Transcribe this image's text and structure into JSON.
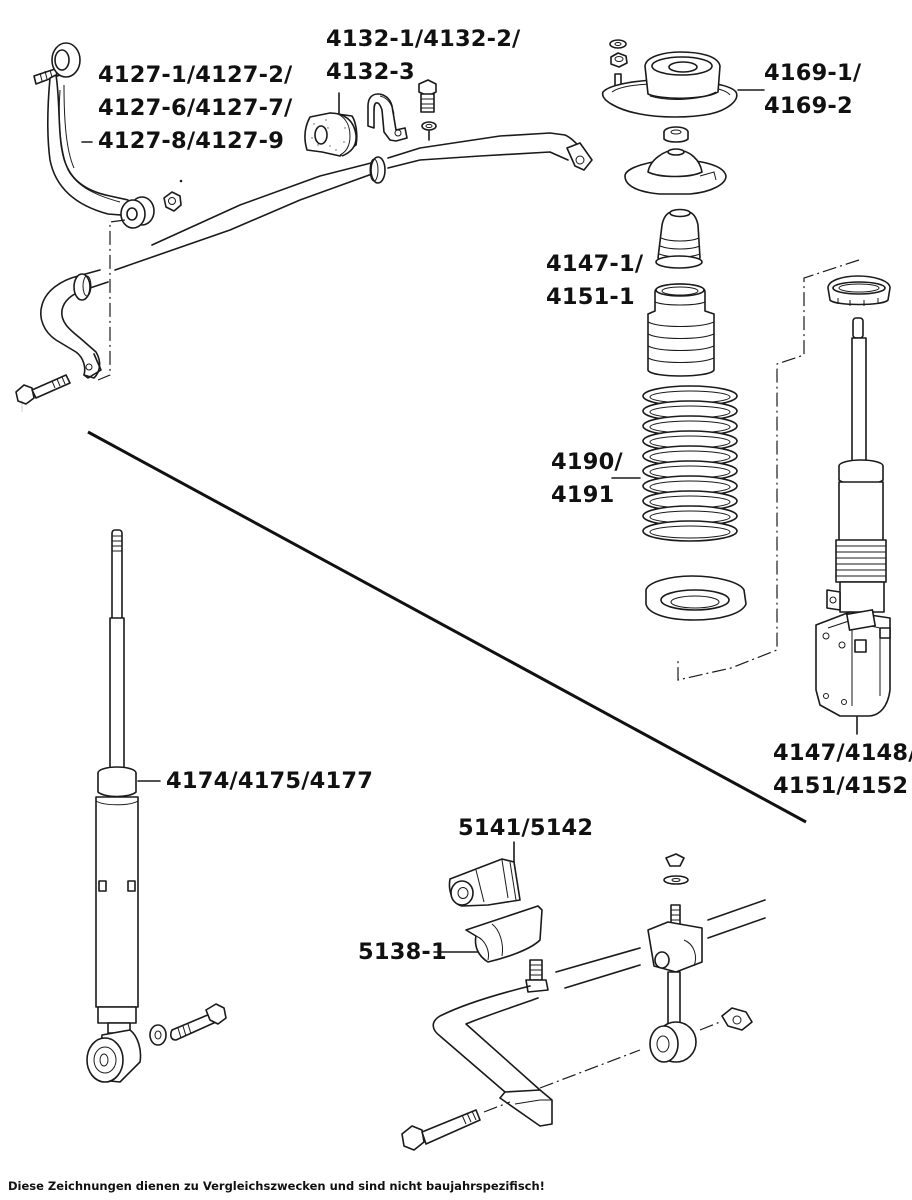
{
  "labels": {
    "front_drop_link": [
      "4127-1/4127-2/",
      "4127-6/4127-7/",
      "4127-8/4127-9"
    ],
    "front_bushing": [
      "4132-1/4132-2/",
      "4132-3"
    ],
    "strut_mount": [
      "4169-1/",
      "4169-2"
    ],
    "bump_stop_boot": [
      "4147-1/",
      "4151-1"
    ],
    "coil_spring": [
      "4190/",
      "4191"
    ],
    "front_strut": [
      "4147/4148/",
      "4151/4152"
    ],
    "rear_shock": [
      "4174/4175/4177"
    ],
    "rear_bushing": [
      "5141/5142"
    ],
    "rear_bracket": [
      "5138-1"
    ]
  },
  "footer": {
    "disclaimer": "Diese Zeichnungen dienen zu Vergleichszwecken und sind nicht baujahrspezifisch!"
  }
}
